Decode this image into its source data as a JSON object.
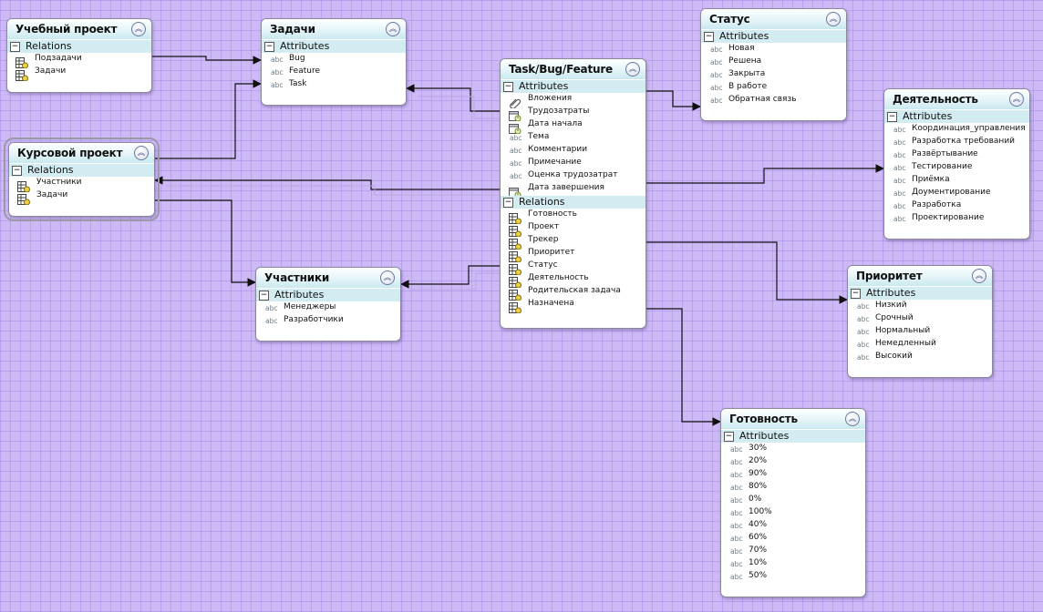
{
  "diagram": {
    "entities": [
      {
        "id": "uch",
        "title": "Учебный проект",
        "sections": [
          {
            "label": "Relations",
            "kind": "relations",
            "items": [
              "Подзадачи",
              "Задачи"
            ]
          }
        ]
      },
      {
        "id": "zad",
        "title": "Задачи",
        "sections": [
          {
            "label": "Attributes",
            "kind": "attributes",
            "items": [
              "Bug",
              "Feature",
              "Task"
            ]
          }
        ]
      },
      {
        "id": "kurs",
        "title": "Курсовой проект",
        "selected": true,
        "sections": [
          {
            "label": "Relations",
            "kind": "relations",
            "items": [
              "Участники",
              "Задачи"
            ]
          }
        ]
      },
      {
        "id": "uchast",
        "title": "Участники",
        "sections": [
          {
            "label": "Attributes",
            "kind": "attributes",
            "items": [
              "Менеджеры",
              "Разработчики"
            ]
          }
        ]
      },
      {
        "id": "task",
        "title": "Task/Bug/Feature",
        "sections": [
          {
            "label": "Attributes",
            "kind": "attributes",
            "items": [
              {
                "text": "Вложения",
                "icon": "clip"
              },
              {
                "text": "Трудозатраты",
                "icon": "calendar"
              },
              {
                "text": "Дата начала",
                "icon": "calendar"
              },
              {
                "text": "Тема",
                "icon": "abc"
              },
              {
                "text": "Комментарии",
                "icon": "abc"
              },
              {
                "text": "Примечание",
                "icon": "abc"
              },
              {
                "text": "Оценка трудозатрат",
                "icon": "abc"
              },
              {
                "text": "Дата завершения",
                "icon": "calendar"
              }
            ]
          },
          {
            "label": "Relations",
            "kind": "relations",
            "items": [
              "Готовность",
              "Проект",
              "Трекер",
              "Приоритет",
              "Статус",
              "Деятельность",
              "Родительская задача",
              "Назначена"
            ]
          }
        ]
      },
      {
        "id": "status",
        "title": "Статус",
        "sections": [
          {
            "label": "Attributes",
            "kind": "attributes",
            "items": [
              "Новая",
              "Решена",
              "Закрыта",
              "В работе",
              "Обратная связь"
            ]
          }
        ]
      },
      {
        "id": "deyat",
        "title": "Деятельность",
        "sections": [
          {
            "label": "Attributes",
            "kind": "attributes",
            "items": [
              "Координация_управления",
              "Разработка требований",
              "Развёртывание",
              "Тестирование",
              "Приёмка",
              "Доументирование",
              "Разработка",
              "Проектирование"
            ]
          }
        ]
      },
      {
        "id": "prior",
        "title": "Приоритет",
        "sections": [
          {
            "label": "Attributes",
            "kind": "attributes",
            "items": [
              "Низкий",
              "Срочный",
              "Нормальный",
              "Немедленный",
              "Высокий"
            ]
          }
        ]
      },
      {
        "id": "gotov",
        "title": "Готовность",
        "sections": [
          {
            "label": "Attributes",
            "kind": "attributes",
            "items": [
              "30%",
              "20%",
              "90%",
              "80%",
              "0%",
              "100%",
              "40%",
              "60%",
              "70%",
              "10%",
              "50%"
            ]
          }
        ]
      }
    ],
    "icons": {
      "abc_glyph": "abc",
      "collapse_glyph": "︽",
      "minus_glyph": "−"
    },
    "colors": {
      "background": "#cdb9f6",
      "header_bottom": "#c9e9ef",
      "section_band": "#d3ecf1",
      "connector": "#111111"
    }
  }
}
